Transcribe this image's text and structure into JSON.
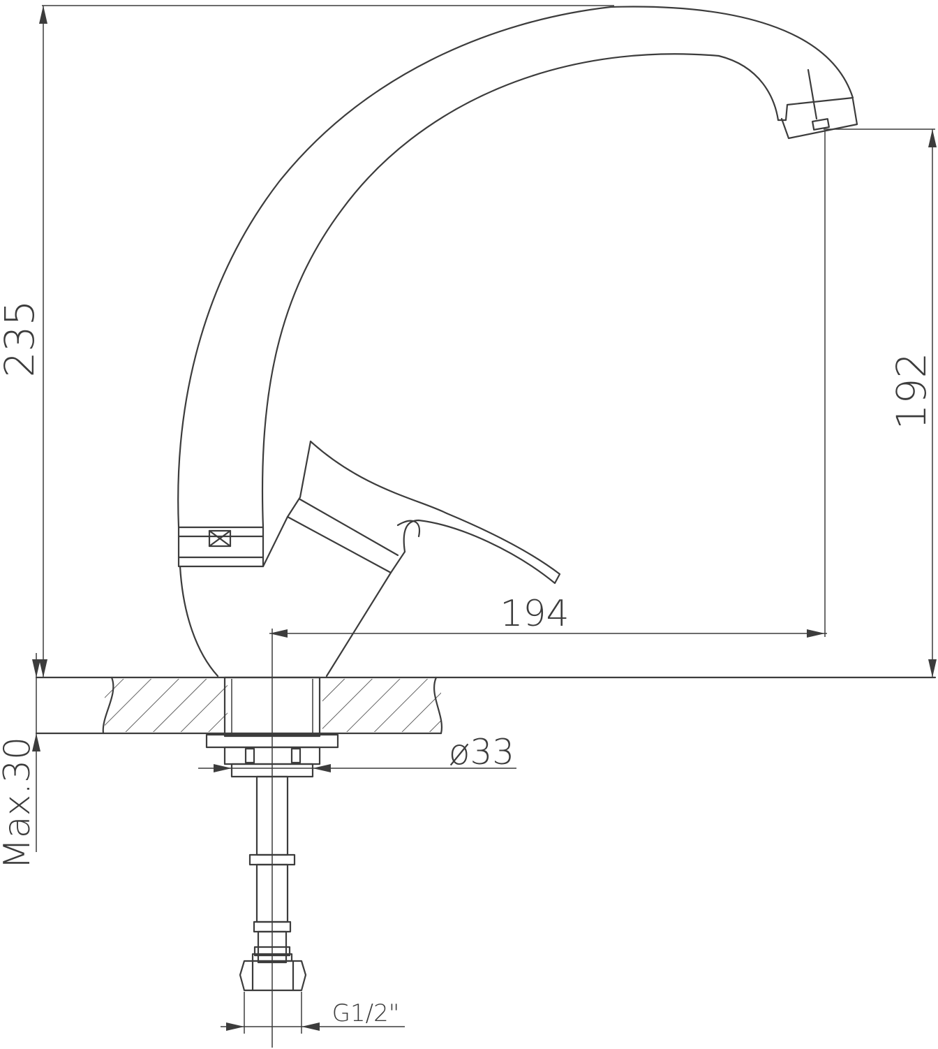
{
  "drawing": {
    "dimensions": {
      "total_height": "235",
      "spout_height": "192",
      "spout_reach": "194",
      "max_deck_thickness": "Max.30",
      "mounting_diameter": "ø33",
      "connection_thread": "G1/2\""
    }
  },
  "colors": {
    "line": "#3c3c3c",
    "background": "#ffffff"
  }
}
